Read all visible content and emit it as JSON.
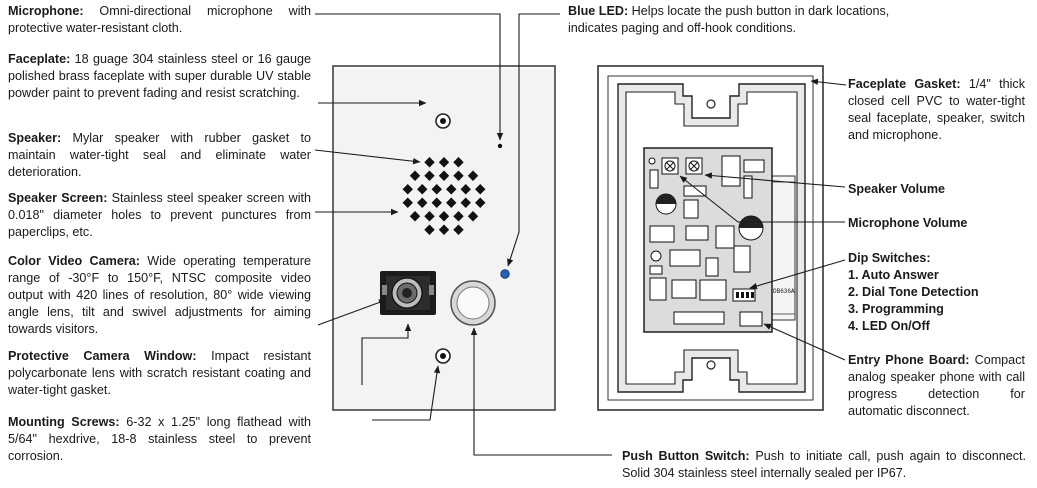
{
  "left_labels": [
    {
      "id": "microphone",
      "title": "Microphone:",
      "body": "Omni-directional microphone with protective water-resistant cloth."
    },
    {
      "id": "faceplate",
      "title": "Faceplate:",
      "body": "18 guage 304 stainless steel or 16 gauge polished brass faceplate with super durable UV stable powder paint to prevent fading and resist scratching."
    },
    {
      "id": "speaker",
      "title": "Speaker:",
      "body": "Mylar speaker with rubber gasket to maintain water-tight seal and eliminate water deterioration."
    },
    {
      "id": "speaker-screen",
      "title": "Speaker Screen:",
      "body": "Stainless steel speaker screen with 0.018\" diameter holes to prevent punctures from paperclips, etc."
    },
    {
      "id": "video-camera",
      "title": "Color Video Camera:",
      "body": "Wide operating temperature range of -30°F to 150°F, NTSC composite video output with 420 lines of resolution, 80° wide viewing angle lens, tilt and swivel adjustments for aiming towards visitors."
    },
    {
      "id": "camera-window",
      "title": "Protective Camera Window:",
      "body": "Impact resistant polycarbonate lens with scratch resistant coating and water-tight gasket."
    },
    {
      "id": "mounting-screws",
      "title": "Mounting Screws:",
      "body": "6-32 x 1.25\" long flathead with 5/64\" hexdrive, 18-8 stainless steel to prevent corrosion."
    }
  ],
  "top_labels": {
    "blue_led": {
      "title": "Blue LED:",
      "body": "Helps locate the push button in dark locations, indicates paging and off-hook conditions."
    }
  },
  "right_labels": {
    "gasket": {
      "title": "Faceplate Gasket:",
      "body": "1/4\" thick closed cell PVC to water-tight seal faceplate, speaker, switch and microphone."
    },
    "speaker_volume": "Speaker Volume",
    "microphone_volume": "Microphone Volume",
    "dip_switches": {
      "title": "Dip Switches:",
      "items": [
        "1. Auto Answer",
        "2. Dial Tone Detection",
        "3. Programming",
        "4. LED On/Off"
      ]
    },
    "entry_board": {
      "title": "Entry Phone Board:",
      "body": "Compact analog speaker phone with call progress detection for automatic disconnect."
    }
  },
  "bottom_labels": {
    "push_button": {
      "title": "Push Button Switch:",
      "body": "Push to initiate call, push again to disconnect. Solid 304 stainless steel internally sealed per IP67."
    }
  },
  "board_marking": "DB636A",
  "colors": {
    "led": "#2a5fb8",
    "plate": "#f2f2f2",
    "line": "#1a1a1a"
  }
}
